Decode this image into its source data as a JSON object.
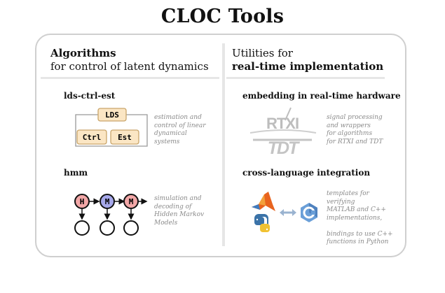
{
  "title": "CLOC Tools",
  "left": {
    "heading_bold": "Algorithms",
    "heading_sub": "for control of latent dynamics",
    "sections": [
      {
        "name": "lds-ctrl-est",
        "description": [
          "estimation and",
          "control of linear",
          "dynamical",
          "systems"
        ],
        "boxes": [
          "LDS",
          "Ctrl",
          "Est"
        ]
      },
      {
        "name": "hmm",
        "description": [
          "simulation and",
          "decoding of",
          "Hidden Markov",
          "Models"
        ],
        "nodes": [
          "H",
          "M",
          "M"
        ]
      }
    ]
  },
  "right": {
    "heading_sub": "Utilities for",
    "heading_bold": "real-time implementation",
    "sections": [
      {
        "name": "embedding in real-time hardware",
        "description": [
          "signal processing",
          "and wrappers",
          "for algorithms",
          "for RTXI and TDT"
        ],
        "logos": [
          "RTXI",
          "TDT"
        ]
      },
      {
        "name": "cross-language integration",
        "description": [
          "templates for",
          "verifying",
          "MATLAB and C++",
          "implementations,",
          "",
          "bindings to use C++",
          "functions in Python"
        ]
      }
    ]
  },
  "colors": {
    "box_fill": "#fbe6c4",
    "box_stroke": "#c9a56a",
    "node_h": "#f2a7a7",
    "node_m": "#a6a8ea",
    "divider": "#e6e6e6",
    "desc_text": "#8a8a8a"
  }
}
